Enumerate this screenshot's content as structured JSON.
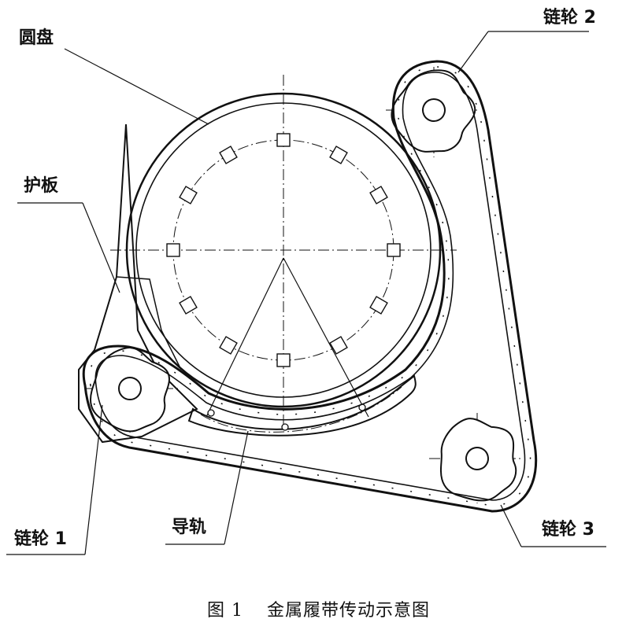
{
  "labels": {
    "disc": "圆盘",
    "guard_plate": "护板",
    "sprocket_1": "链轮 1",
    "sprocket_2": "链轮 2",
    "sprocket_3": "链轮 3",
    "guide_rail": "导轨"
  },
  "caption": {
    "number": "图 1",
    "title": "金属履带传动示意图"
  }
}
